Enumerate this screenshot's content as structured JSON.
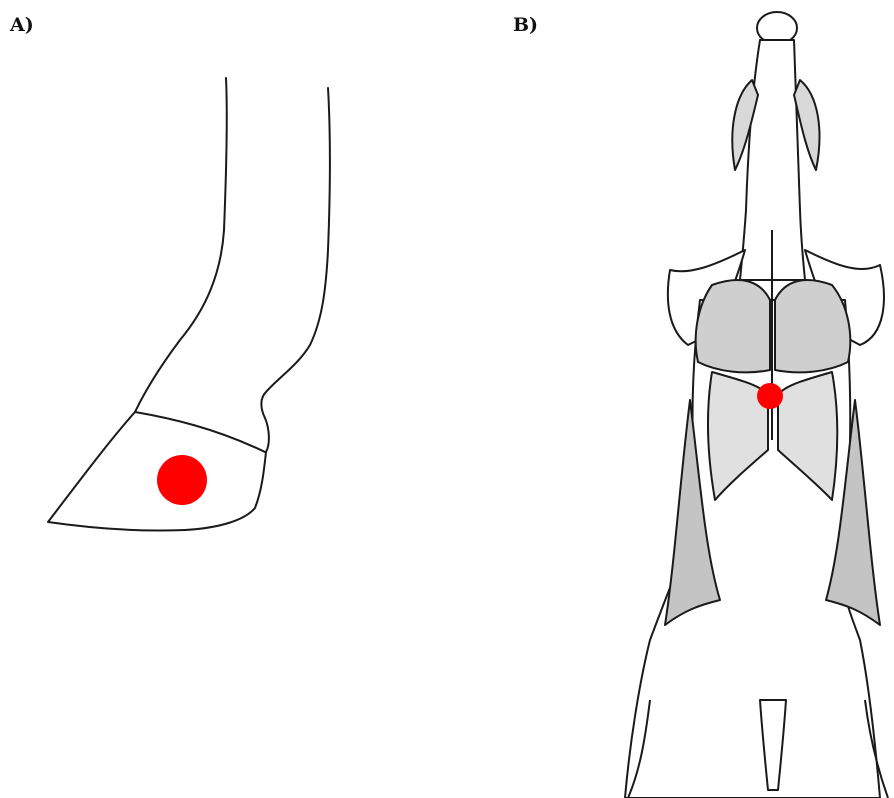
{
  "panels": [
    {
      "label": "A)",
      "subject": "hoof",
      "marker_color": "#ff0000"
    },
    {
      "label": "B)",
      "subject": "animal-dorsal-anatomy",
      "marker_color": "#ff0000"
    }
  ],
  "colors": {
    "line": "#1a1a1a",
    "muscle_shade": "#bdbdbd",
    "background": "#ffffff"
  }
}
